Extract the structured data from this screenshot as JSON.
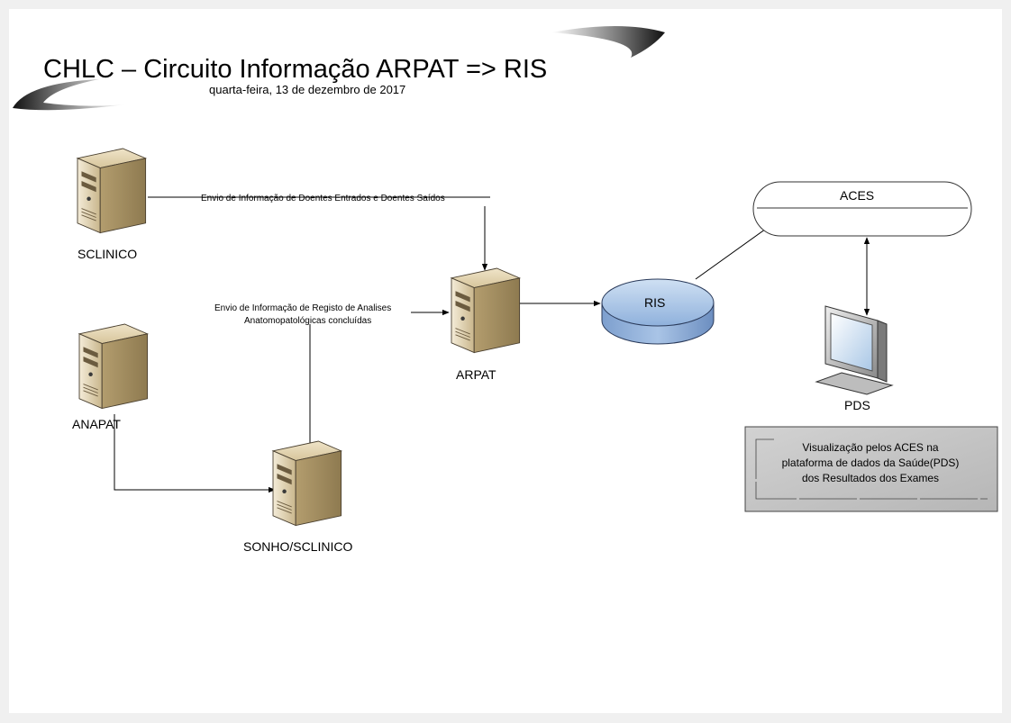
{
  "title": "CHLC – Circuito Informação ARPAT => RIS",
  "date": "quarta-feira, 13 de dezembro de 2017",
  "nodes": {
    "sclinico": "SCLINICO",
    "anapat": "ANAPAT",
    "sonho": "SONHO/SCLINICO",
    "arpat": "ARPAT",
    "ris": "RIS",
    "aces": "ACES",
    "pds": "PDS"
  },
  "labels": {
    "envio_doentes": "Envio de Informação de Doentes Entrados e Doentes Saídos",
    "envio_analises_line1": "Envio de Informação de Registo de Analises",
    "envio_analises_line2": "Anatomopatológicas concluídas"
  },
  "note": {
    "line1": "Visualização pelos ACES na",
    "line2": "plataforma de dados da Saúde(PDS)",
    "line3": "dos Resultados dos Exames"
  },
  "colors": {
    "server_body": "#d8c9a6",
    "ris_fill": "#9fbde0",
    "note_fill": "#c4c4c4"
  }
}
